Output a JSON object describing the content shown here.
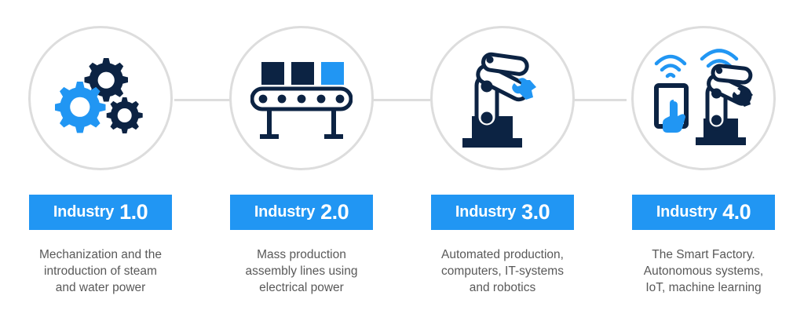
{
  "theme": {
    "brand_blue": "#2196f3",
    "icon_navy": "#0c2343",
    "circle_stroke": "#dddddd",
    "connector_line": "#dddddd",
    "caption_text": "#595959",
    "badge_text": "#ffffff",
    "background": "#ffffff"
  },
  "stages": [
    {
      "id": "industry-1",
      "icon_name": "gears-icon",
      "badge_word": "Industry",
      "badge_version": "1.0",
      "caption": "Mechanization and the\nintroduction of steam\nand water power"
    },
    {
      "id": "industry-2",
      "icon_name": "conveyor-belt-icon",
      "badge_word": "Industry",
      "badge_version": "2.0",
      "caption": "Mass production\nassembly lines using\nelectrical power"
    },
    {
      "id": "industry-3",
      "icon_name": "robot-arm-icon",
      "badge_word": "Industry",
      "badge_version": "3.0",
      "caption": "Automated production,\ncomputers, IT-systems\nand robotics"
    },
    {
      "id": "industry-4",
      "icon_name": "smart-factory-iot-icon",
      "badge_word": "Industry",
      "badge_version": "4.0",
      "caption": "The Smart Factory.\nAutonomous systems,\nIoT, machine learning"
    }
  ]
}
